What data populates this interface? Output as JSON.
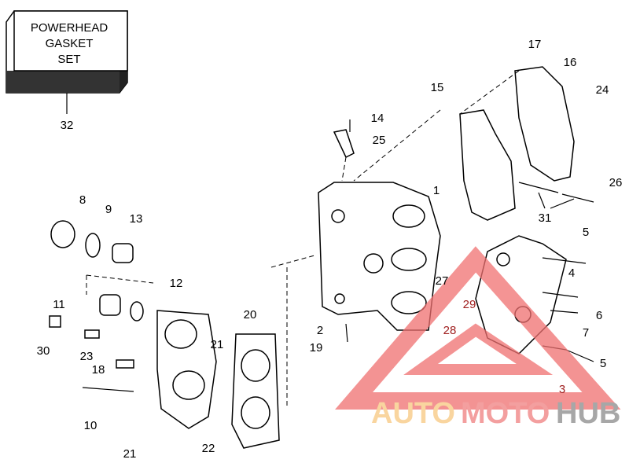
{
  "kit_box": {
    "line1": "POWERHEAD",
    "line2": "GASKET",
    "line3": "SET"
  },
  "callouts": {
    "c32": "32",
    "c17": "17",
    "c16": "16",
    "c15": "15",
    "c24": "24",
    "c14": "14",
    "c25": "25",
    "c1": "1",
    "c26": "26",
    "c31": "31",
    "c8": "8",
    "c9": "9",
    "c13": "13",
    "c5a": "5",
    "c12": "12",
    "c4": "4",
    "c27": "27",
    "c29": "29",
    "c28": "28",
    "c6": "6",
    "c11": "11",
    "c7": "7",
    "c2": "2",
    "c19": "19",
    "c20": "20",
    "c30": "30",
    "c23": "23",
    "c21a": "21",
    "c18": "18",
    "c5b": "5",
    "c3": "3",
    "c10": "10",
    "c21b": "21",
    "c22": "22"
  },
  "watermark": {
    "part1": "AUTO",
    "part2": "MOTO",
    "part3": "HUB",
    "colors": {
      "auto": "#f8c880",
      "moto": "#f08080",
      "hub": "#8a8a8a",
      "triangle": "#f07070"
    }
  }
}
